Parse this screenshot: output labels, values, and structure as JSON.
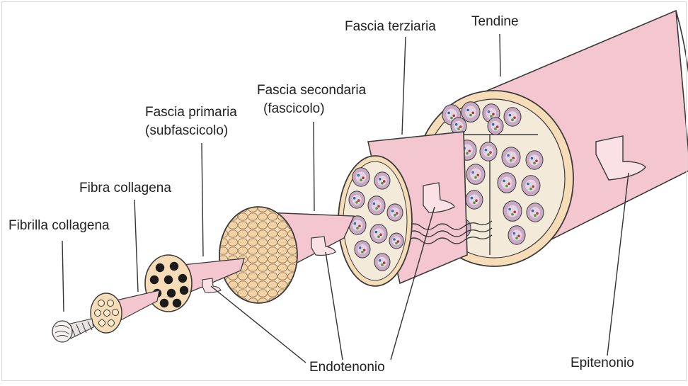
{
  "labels": {
    "fibrilla": "Fibrilla collagena",
    "fibra": "Fibra collagena",
    "primaria_1": "Fascia primaria",
    "primaria_2": "(subfascicolo)",
    "secondaria_1": "Fascia secondaria",
    "secondaria_2": "(fascicolo)",
    "terziaria": "Fascia terziaria",
    "tendine": "Tendine",
    "endotenonio": "Endotenonio",
    "epitenonio": "Epitenonio"
  },
  "colors": {
    "sheath": "#f4c6cf",
    "sheath_dark": "#e7a9b6",
    "cut_face": "#f7dcb8",
    "bundle": "#f3ead9",
    "fiber_dark": "#1b1b1b",
    "fascicle_fill": "#c9aac4",
    "outline": "#3a3a3a"
  }
}
